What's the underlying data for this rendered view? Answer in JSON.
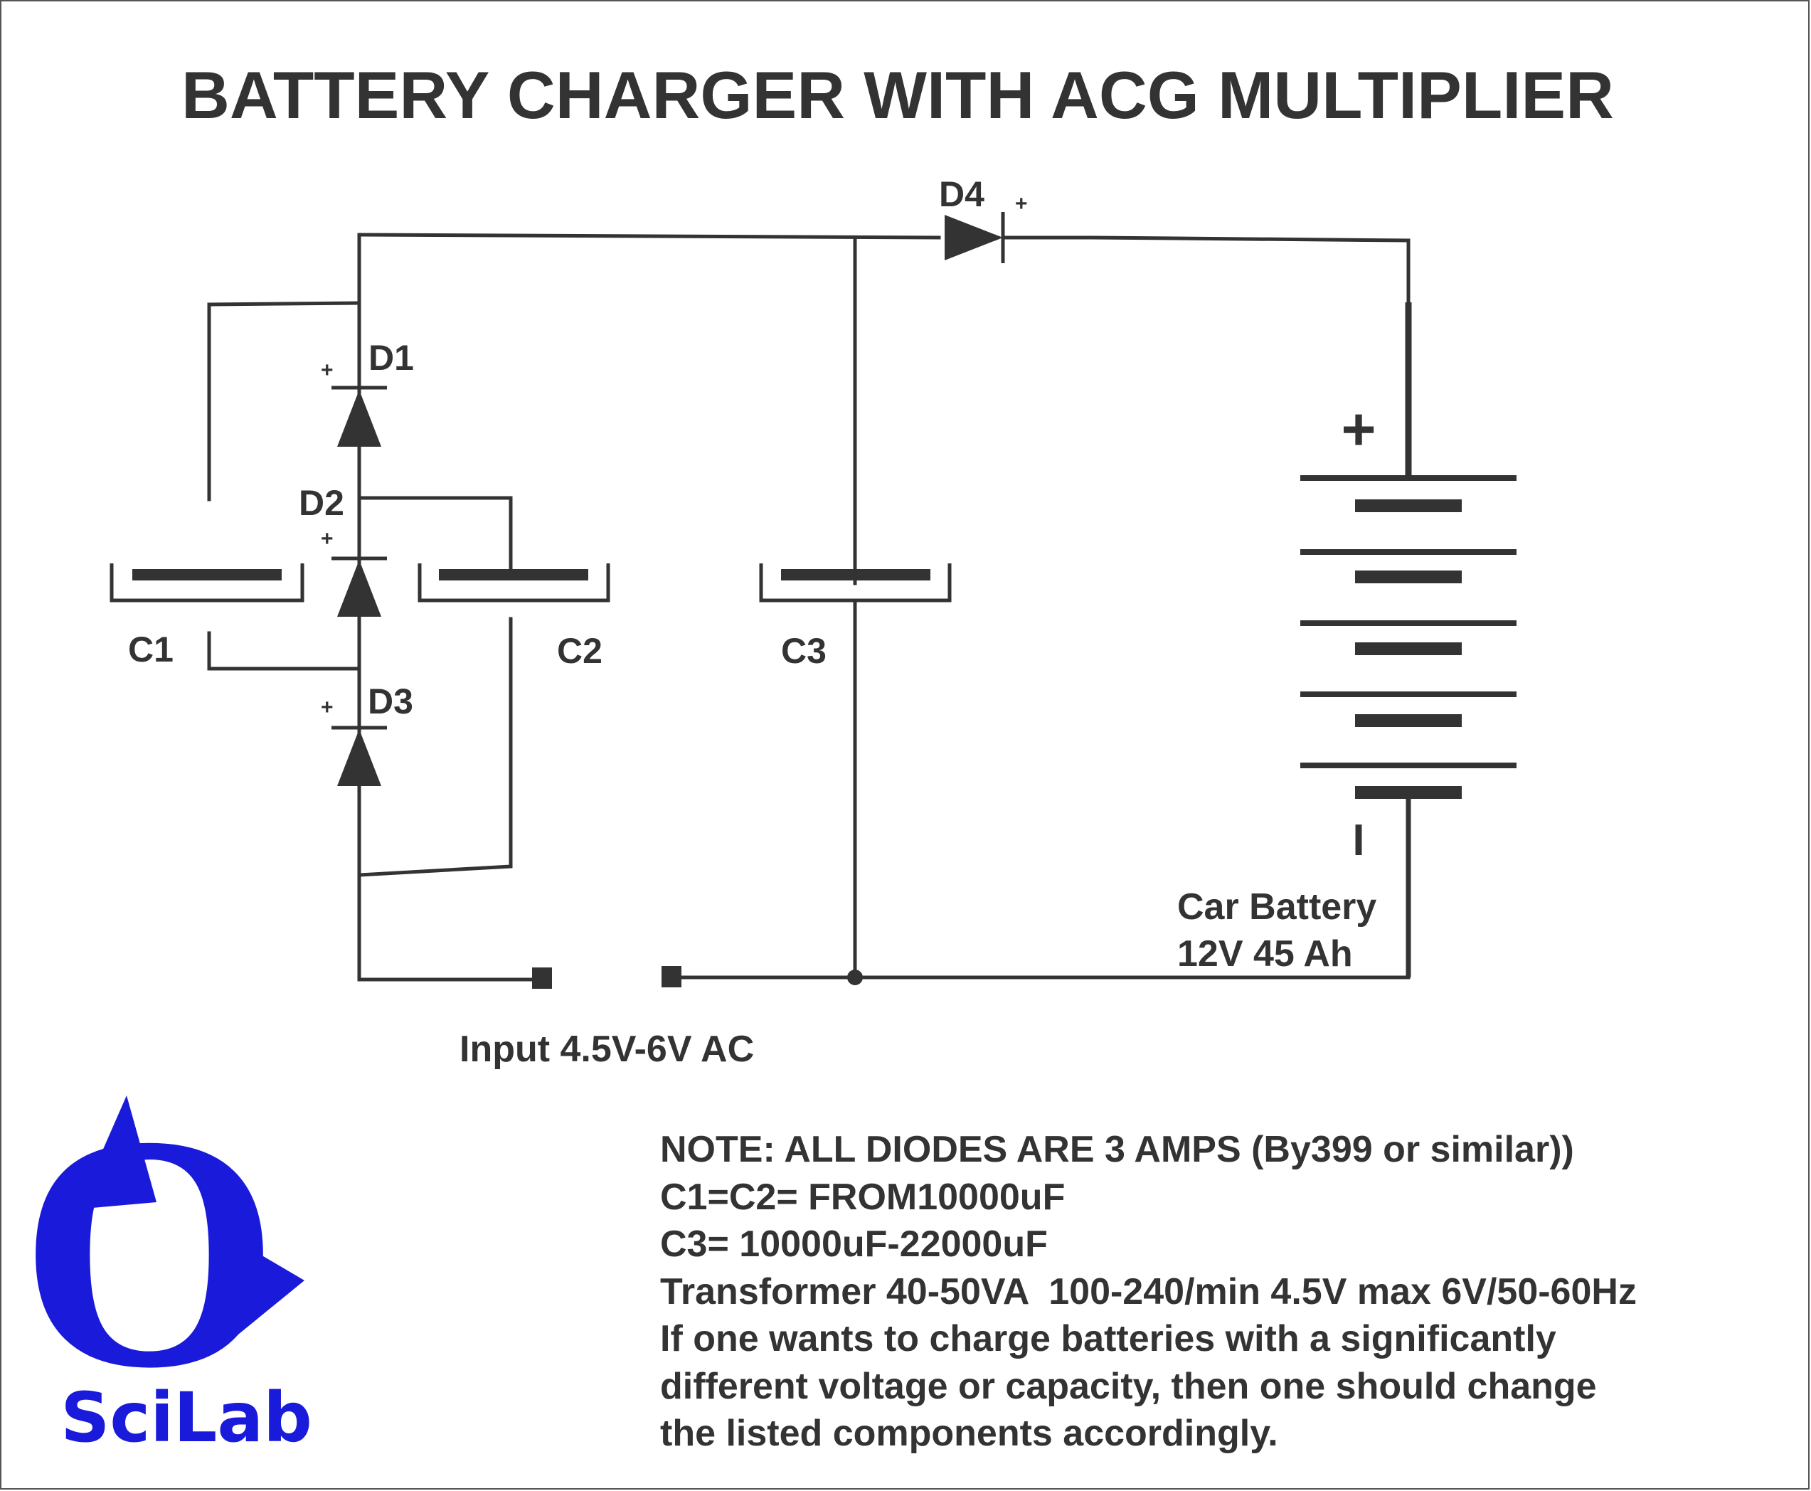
{
  "title": "BATTERY CHARGER WITH ACG MULTIPLIER",
  "components": {
    "d1": "D1",
    "d2": "D2",
    "d3": "D3",
    "d4": "D4",
    "c1": "C1",
    "c2": "C2",
    "c3": "C3",
    "plus_sign": "+",
    "battery_plus": "+",
    "battery_minus": "I"
  },
  "battery": {
    "line1": "Car Battery",
    "line2": "12V 45 Ah"
  },
  "input_label": "Input 4.5V-6V AC",
  "notes": [
    "NOTE: ALL DIODES ARE 3 AMPS (By399 or similar))",
    "C1=C2= FROM10000uF",
    "C3= 10000uF-22000uF",
    "Transformer 40-50VA  100-240/min 4.5V max 6V/50-60Hz",
    "If one wants to charge batteries with a significantly",
    "different voltage or capacity, then one should change",
    "the listed components accordingly."
  ],
  "logo": {
    "glyph": "O",
    "text": "SciLab",
    "color": "#1a1adb"
  },
  "colors": {
    "ink": "#333333",
    "border": "#555555"
  }
}
